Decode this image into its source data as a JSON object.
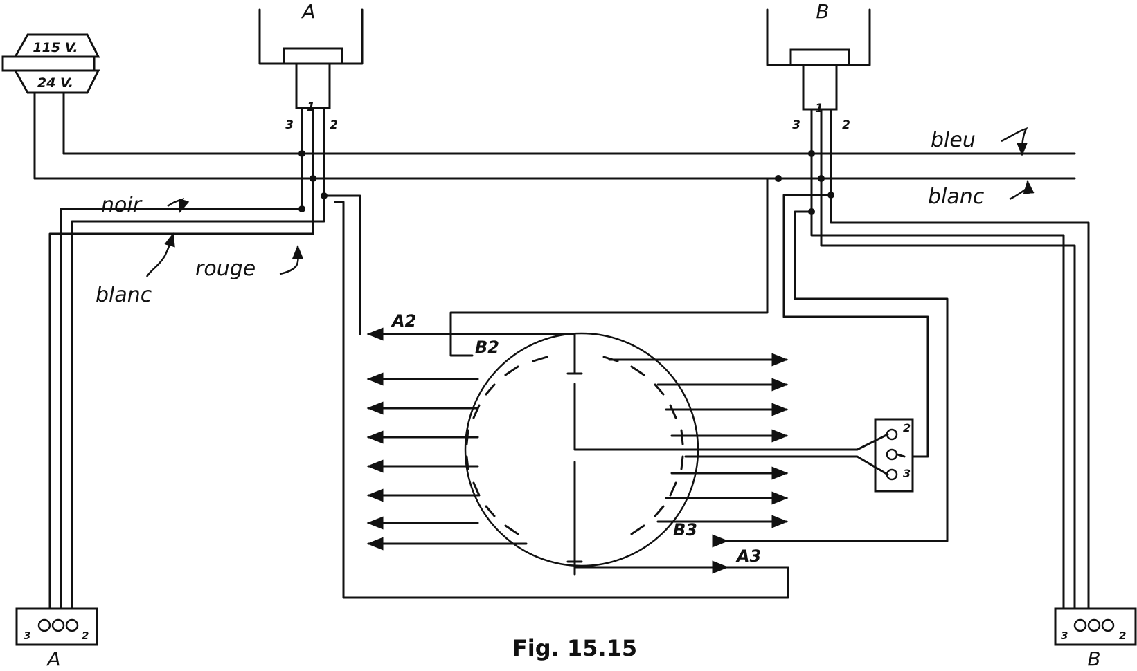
{
  "figure": {
    "caption": "Fig. 15.15"
  },
  "transformer": {
    "primary": "115 V.",
    "secondary": "24 V."
  },
  "relays": {
    "a": {
      "label": "A",
      "t1": "1",
      "t2": "2",
      "t3": "3"
    },
    "b": {
      "label": "B",
      "t1": "1",
      "t2": "2",
      "t3": "3"
    }
  },
  "wires": {
    "bleu": "bleu",
    "blanc_right": "blanc",
    "noir": "noir",
    "blanc_left": "blanc",
    "rouge": "rouge"
  },
  "switch_labels": {
    "a2": "A2",
    "b2": "B2",
    "b3": "B3",
    "a3": "A3"
  },
  "terminal_right": {
    "t2": "2",
    "t3": "3"
  },
  "stations": {
    "a": {
      "label": "A",
      "t3": "3",
      "t2": "2"
    },
    "b": {
      "label": "B",
      "t3": "3",
      "t2": "2"
    }
  }
}
